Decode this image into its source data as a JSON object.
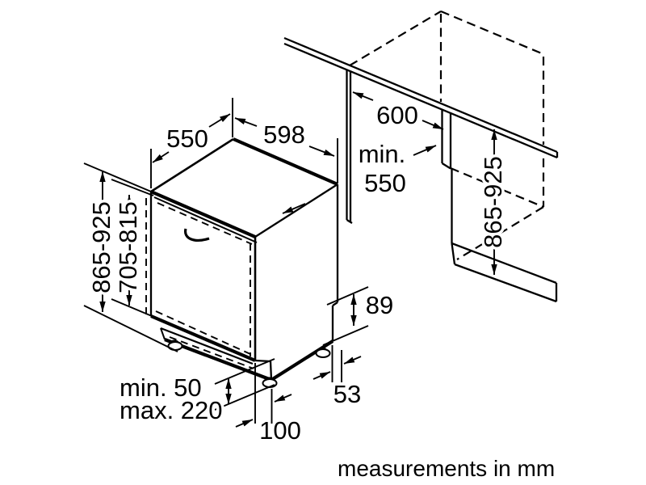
{
  "diagram": {
    "caption": "measurements in mm",
    "dimensions": {
      "top_depth": "550",
      "front_width": "598",
      "niche_width": "600",
      "niche_depth_min_line1": "min.",
      "niche_depth_min_line2": "550",
      "appliance_height_left": "865-925",
      "door_panel_height": "705-815",
      "niche_height_right": "865-925",
      "rear_base_recess_height": "89",
      "rear_foot_inset": "53",
      "front_foot_inset": "100",
      "plinth_clearance_min": "min. 50",
      "plinth_clearance_max": "max. 220"
    }
  }
}
